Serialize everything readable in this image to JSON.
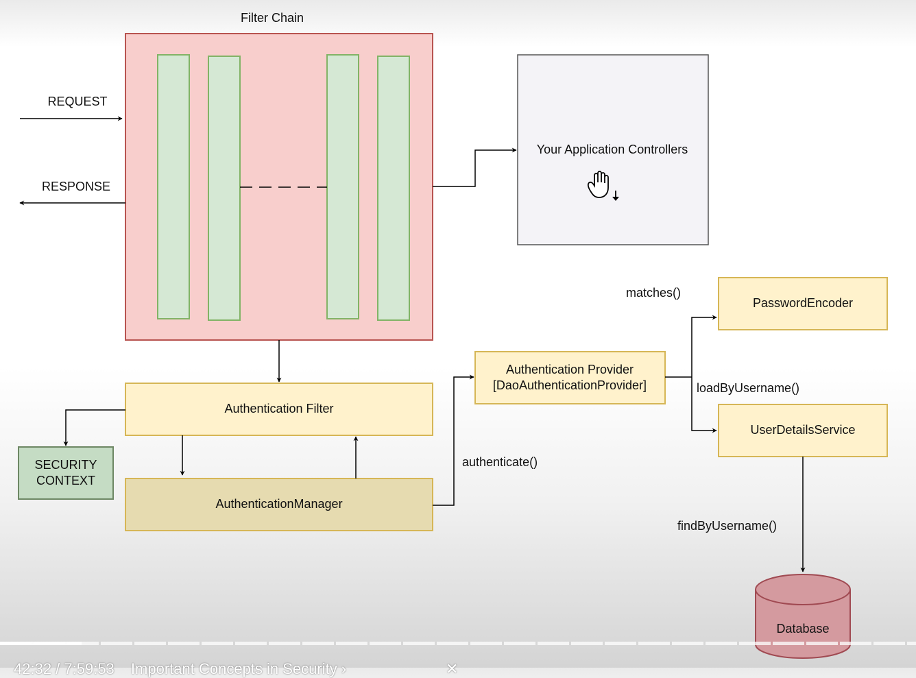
{
  "diagram": {
    "filter_chain_title": "Filter Chain",
    "request_label": "REQUEST",
    "response_label": "RESPONSE",
    "controllers_label": "Your Application Controllers",
    "auth_filter_label": "Authentication Filter",
    "auth_manager_label": "AuthenticationManager",
    "security_context_line1": "SECURITY",
    "security_context_line2": "CONTEXT",
    "auth_provider_line1": "Authentication Provider",
    "auth_provider_line2": "[DaoAuthenticationProvider]",
    "authenticate_label": "authenticate()",
    "matches_label": "matches()",
    "load_by_username_label": "loadByUsername()",
    "password_encoder_label": "PasswordEncoder",
    "user_details_service_label": "UserDetailsService",
    "find_by_username_label": "findByUsername()",
    "database_label": "Database"
  },
  "colors": {
    "filter_chain_fill": "#f8cecc",
    "filter_chain_stroke": "#b85450",
    "filter_fill": "#d5e8d4",
    "filter_stroke": "#82b366",
    "auth_filter_fill": "#fff2cc",
    "manager_fill": "#e6dbb0",
    "box_stroke": "#d6b656",
    "security_context_fill": "#c5dcc4",
    "security_context_stroke": "#6d8764",
    "controllers_fill": "#f4f3f7",
    "database_fill": "#d49a9f",
    "database_stroke": "#a04a52"
  },
  "video": {
    "time": "42:32 / 7:59:53",
    "title": "Important Concepts in Security ›",
    "progress_fraction": 0.089
  }
}
